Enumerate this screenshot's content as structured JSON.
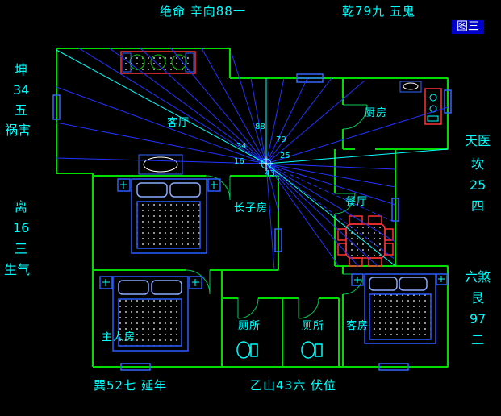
{
  "figure": {
    "tag": "图三"
  },
  "annotations": {
    "top": [
      {
        "text": "绝命 辛向88一"
      },
      {
        "text": "乾79九 五鬼"
      }
    ],
    "left": [
      "坤",
      "34",
      "五",
      "祸害",
      "离",
      "16",
      "三",
      "生气"
    ],
    "right": [
      "天医",
      "坎",
      "25",
      "四",
      "六煞",
      "艮",
      "97",
      "二"
    ],
    "bottom": [
      {
        "text": "巽52七 延年"
      },
      {
        "text": "乙山43六 伏位"
      }
    ]
  },
  "rooms": [
    {
      "name": "客厅"
    },
    {
      "name": "厨房"
    },
    {
      "name": "长子房"
    },
    {
      "name": "餐厅"
    },
    {
      "name": "主人房"
    },
    {
      "name": "厕所"
    },
    {
      "name": "厕所"
    },
    {
      "name": "客房"
    }
  ],
  "compass_numbers": [
    {
      "value": "88"
    },
    {
      "value": "79"
    },
    {
      "value": "34"
    },
    {
      "value": "25"
    },
    {
      "value": "16"
    },
    {
      "value": "43"
    }
  ],
  "colors": {
    "wall": "#00dd00",
    "text": "#00ffff",
    "ray_blue": "#2233ff",
    "ray_cyan": "#00ffff",
    "accent_red": "#ff3333",
    "furniture_blue": "#2a5cff",
    "figure_tag_bg": "#0000cc"
  }
}
